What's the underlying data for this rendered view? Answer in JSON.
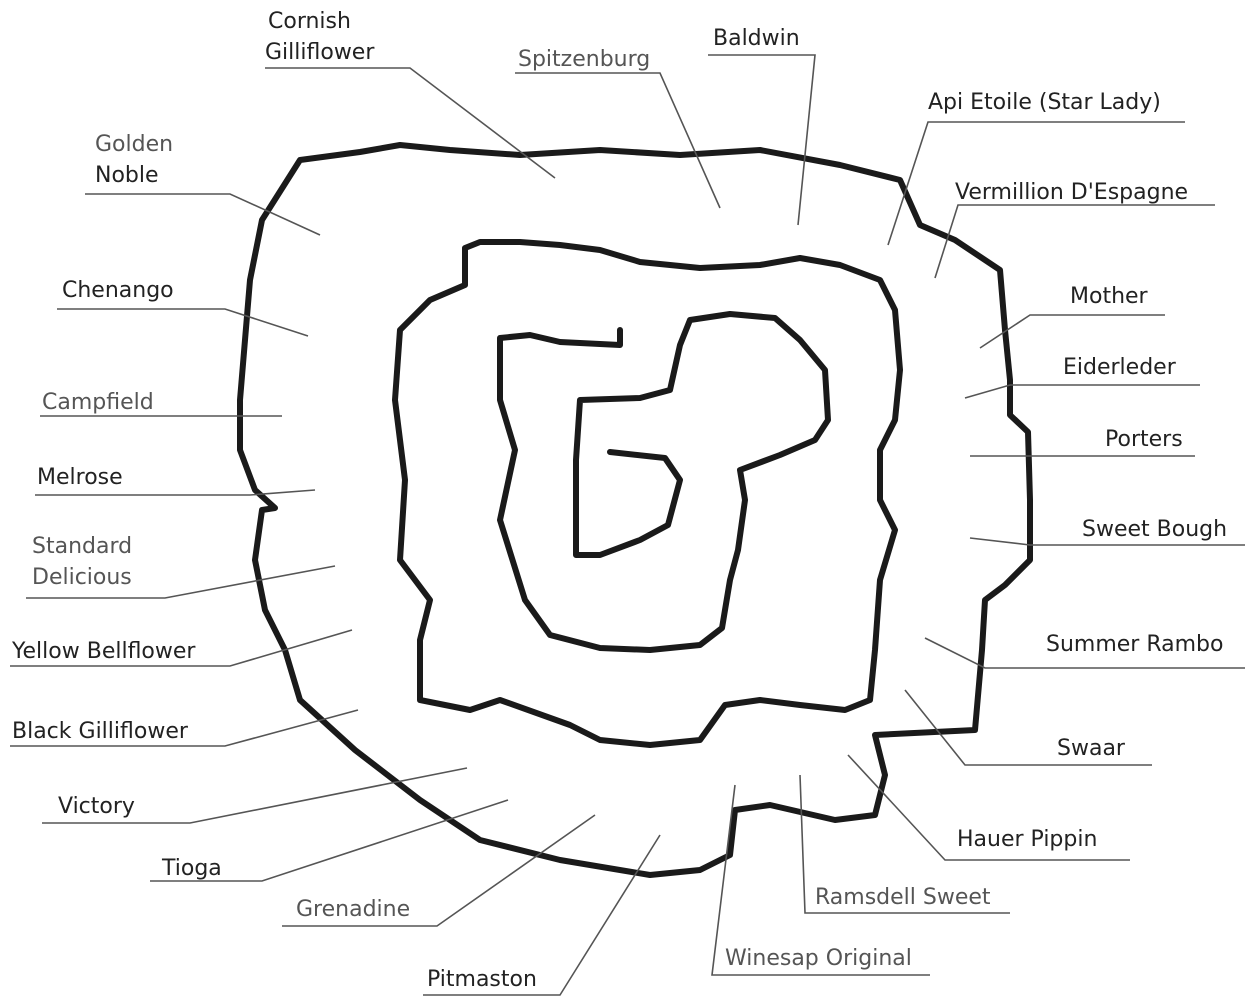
{
  "diagram": {
    "labels": [
      {
        "id": "cornish",
        "lines": [
          "Cornish",
          "Gilliflower"
        ]
      },
      {
        "id": "spitzenburg",
        "lines": [
          "Spitzenburg"
        ]
      },
      {
        "id": "baldwin",
        "lines": [
          "Baldwin"
        ]
      },
      {
        "id": "api",
        "lines": [
          "Api Etoile (Star Lady)"
        ]
      },
      {
        "id": "vermillion",
        "lines": [
          "Vermillion D'Espagne"
        ]
      },
      {
        "id": "mother",
        "lines": [
          "Mother"
        ]
      },
      {
        "id": "eiderleder",
        "lines": [
          "Eiderleder"
        ]
      },
      {
        "id": "porters",
        "lines": [
          "Porters"
        ]
      },
      {
        "id": "sweetbough",
        "lines": [
          "Sweet Bough"
        ]
      },
      {
        "id": "summerrambo",
        "lines": [
          "Summer Rambo"
        ]
      },
      {
        "id": "swaar",
        "lines": [
          "Swaar"
        ]
      },
      {
        "id": "hauer",
        "lines": [
          "Hauer Pippin"
        ]
      },
      {
        "id": "ramsdell",
        "lines": [
          "Ramsdell Sweet"
        ]
      },
      {
        "id": "winesap",
        "lines": [
          "Winesap Original"
        ]
      },
      {
        "id": "pitmaston",
        "lines": [
          "Pitmaston"
        ]
      },
      {
        "id": "grenadine",
        "lines": [
          "Grenadine"
        ]
      },
      {
        "id": "tioga",
        "lines": [
          "Tioga"
        ]
      },
      {
        "id": "victory",
        "lines": [
          "Victory"
        ]
      },
      {
        "id": "blackgilli",
        "lines": [
          "Black Gilliflower"
        ]
      },
      {
        "id": "yellowbell",
        "lines": [
          "Yellow Bellflower"
        ]
      },
      {
        "id": "standard",
        "lines": [
          "Standard",
          "Delicious"
        ]
      },
      {
        "id": "melrose",
        "lines": [
          "Melrose"
        ]
      },
      {
        "id": "campfield",
        "lines": [
          "Campfield"
        ]
      },
      {
        "id": "chenango",
        "lines": [
          "Chenango"
        ]
      },
      {
        "id": "goldennoble",
        "lines": [
          "Golden",
          "Noble"
        ]
      }
    ]
  }
}
